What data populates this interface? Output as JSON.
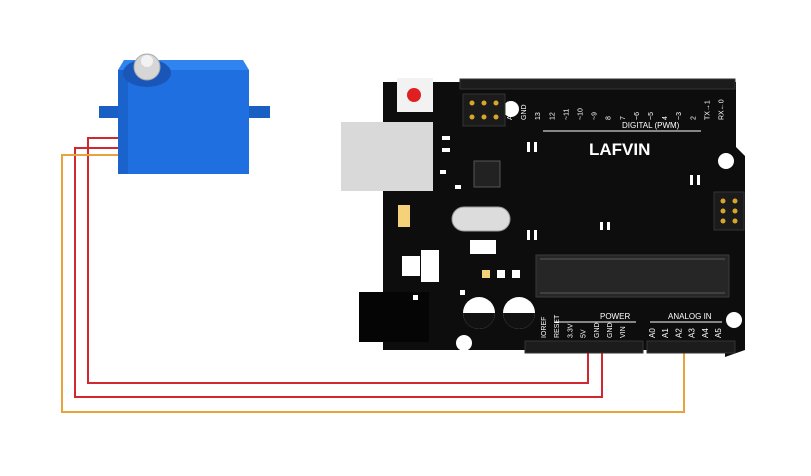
{
  "board": {
    "brand": "LAFVIN",
    "digital_header": "DIGITAL (PWM)",
    "digital_pins": [
      "AREF",
      "GND",
      "13",
      "12",
      "~11",
      "~10",
      "~9",
      "8",
      "7",
      "~6",
      "~5",
      "4",
      "~3",
      "2",
      "TX→1",
      "RX←0"
    ],
    "power_header": "POWER",
    "power_pins": [
      "IOREF",
      "RESET",
      "3.3V",
      "5V",
      "GND",
      "GND",
      "VIN"
    ],
    "analog_header": "ANALOG IN",
    "analog_pins": [
      "A0",
      "A1",
      "A2",
      "A3",
      "A4",
      "A5"
    ]
  },
  "colors": {
    "servo_body": "#1f6fe0",
    "wire_red": "#d0282f",
    "wire_orange": "#e8a33a",
    "board": "#0d0d0d",
    "reset_button": "#e02020"
  }
}
